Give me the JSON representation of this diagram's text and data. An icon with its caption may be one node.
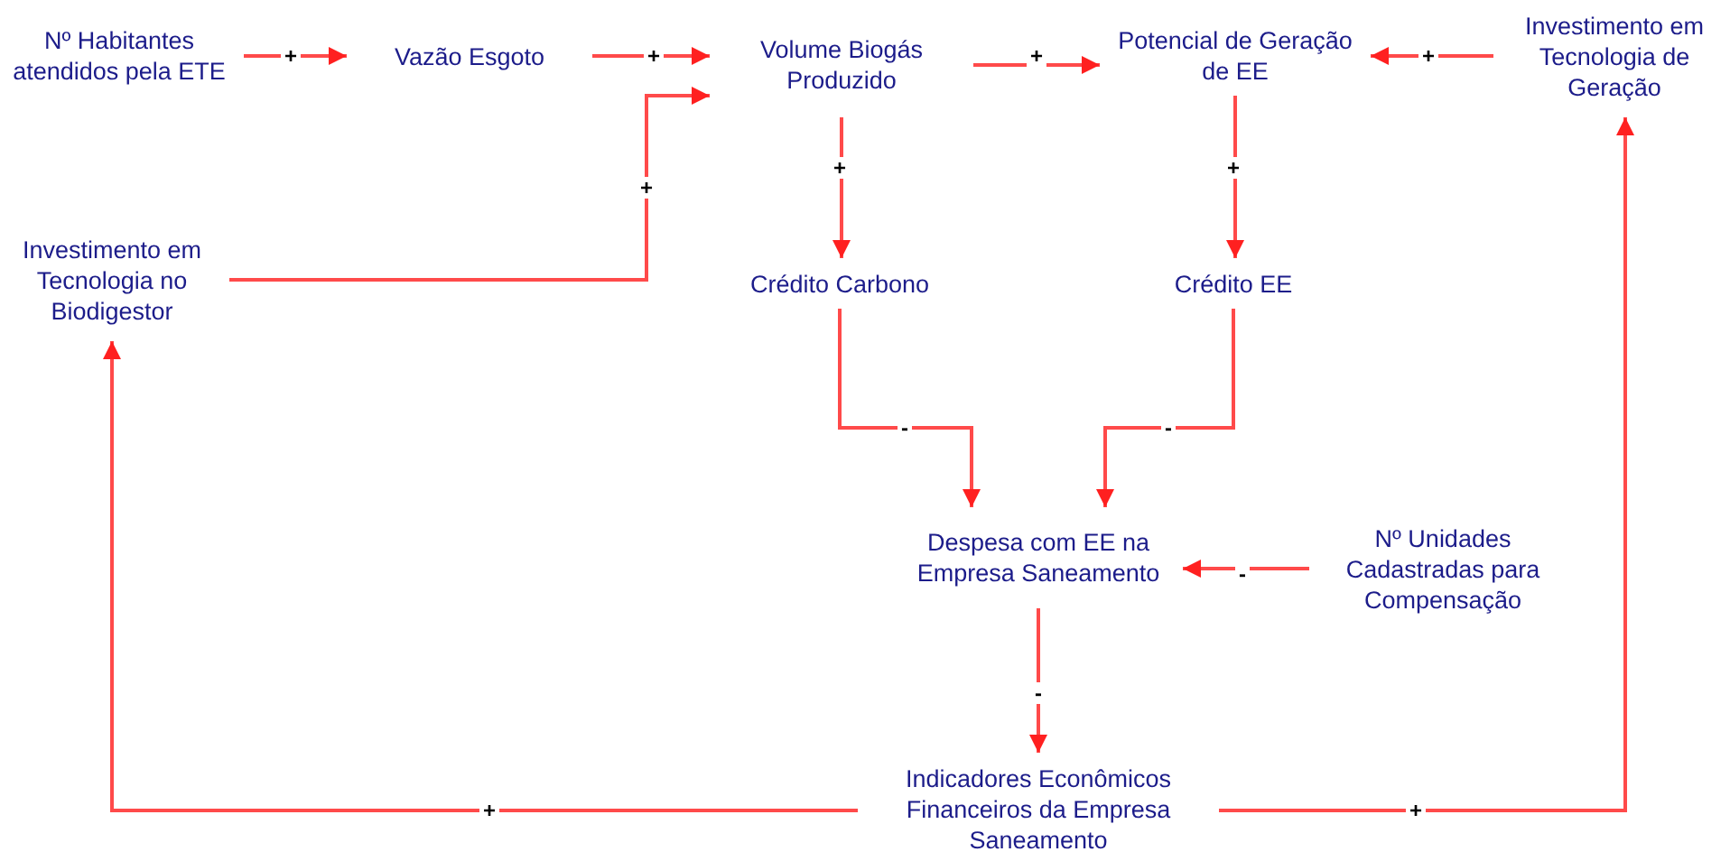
{
  "diagram": {
    "nodes": [
      {
        "text": [
          "Nº Habitantes atendidos pela ETE"
        ]
      },
      {
        "text": [
          "Vazão Esgoto"
        ]
      },
      {
        "text": [
          "Volume Biogás Produzido"
        ]
      },
      {
        "text": [
          "Potencial de Geração de EE"
        ]
      },
      {
        "text": [
          "Investimento em Tecnologia de Geração"
        ]
      },
      {
        "text": [
          "Investimento em Tecnologia no Biodigestor"
        ]
      },
      {
        "text": [
          "Crédito Carbono"
        ]
      },
      {
        "text": [
          "Crédito EE"
        ]
      },
      {
        "text": [
          "Despesa com EE na Empresa Saneamento"
        ]
      },
      {
        "text": [
          "Nº Unidades Cadastradas para Compensação"
        ]
      },
      {
        "text": [
          "Indicadores Econômicos Financeiros da Empresa Saneamento"
        ]
      }
    ],
    "edges": [
      {
        "from": 0,
        "to": 1,
        "arrow": "to",
        "label": "+"
      },
      {
        "from": 1,
        "to": 2,
        "arrow": "to",
        "label": "+"
      },
      {
        "from": 5,
        "to": 2,
        "arrow": "to",
        "label": "+"
      },
      {
        "from": 2,
        "to": 3,
        "arrow": "to",
        "label": "+"
      },
      {
        "from": 4,
        "to": 3,
        "arrow": "to",
        "label": "+"
      },
      {
        "from": 2,
        "to": 6,
        "arrow": "to",
        "label": "+"
      },
      {
        "from": 3,
        "to": 7,
        "arrow": "to",
        "label": "+"
      },
      {
        "from": 6,
        "to": 8,
        "arrow": "to",
        "label": "-"
      },
      {
        "from": 7,
        "to": 8,
        "arrow": "to",
        "label": "-"
      },
      {
        "from": 9,
        "to": 8,
        "arrow": "to",
        "label": "-"
      },
      {
        "from": 8,
        "to": 10,
        "arrow": "to",
        "label": "-"
      },
      {
        "from": 10,
        "to": 5,
        "arrow": "to",
        "label": "+"
      },
      {
        "from": 10,
        "to": 4,
        "arrow": "to",
        "label": "+"
      }
    ]
  }
}
